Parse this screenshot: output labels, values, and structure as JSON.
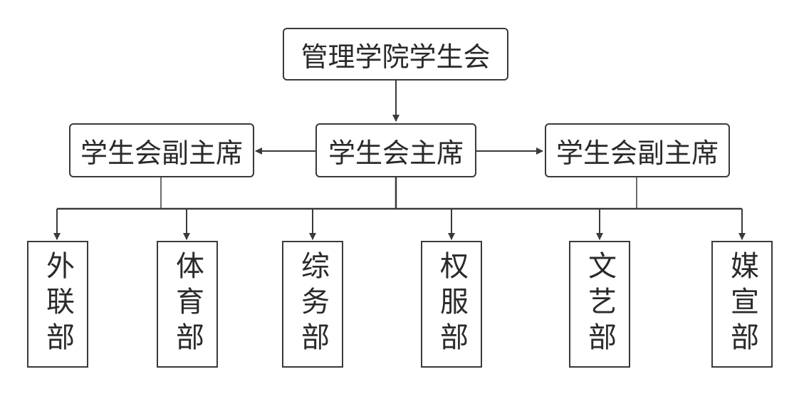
{
  "diagram": {
    "root": {
      "label": "管理学院学生会"
    },
    "chair": {
      "label": "学生会主席"
    },
    "vice_left": {
      "label": "学生会副主席"
    },
    "vice_right": {
      "label": "学生会副主席"
    },
    "departments": [
      {
        "label": "外联部"
      },
      {
        "label": "体育部"
      },
      {
        "label": "综务部"
      },
      {
        "label": "权服部"
      },
      {
        "label": "文艺部"
      },
      {
        "label": "媒宣部"
      }
    ],
    "colors": {
      "stroke": "#3a3a3a",
      "text": "#2a2a2a",
      "background": "#ffffff"
    }
  }
}
